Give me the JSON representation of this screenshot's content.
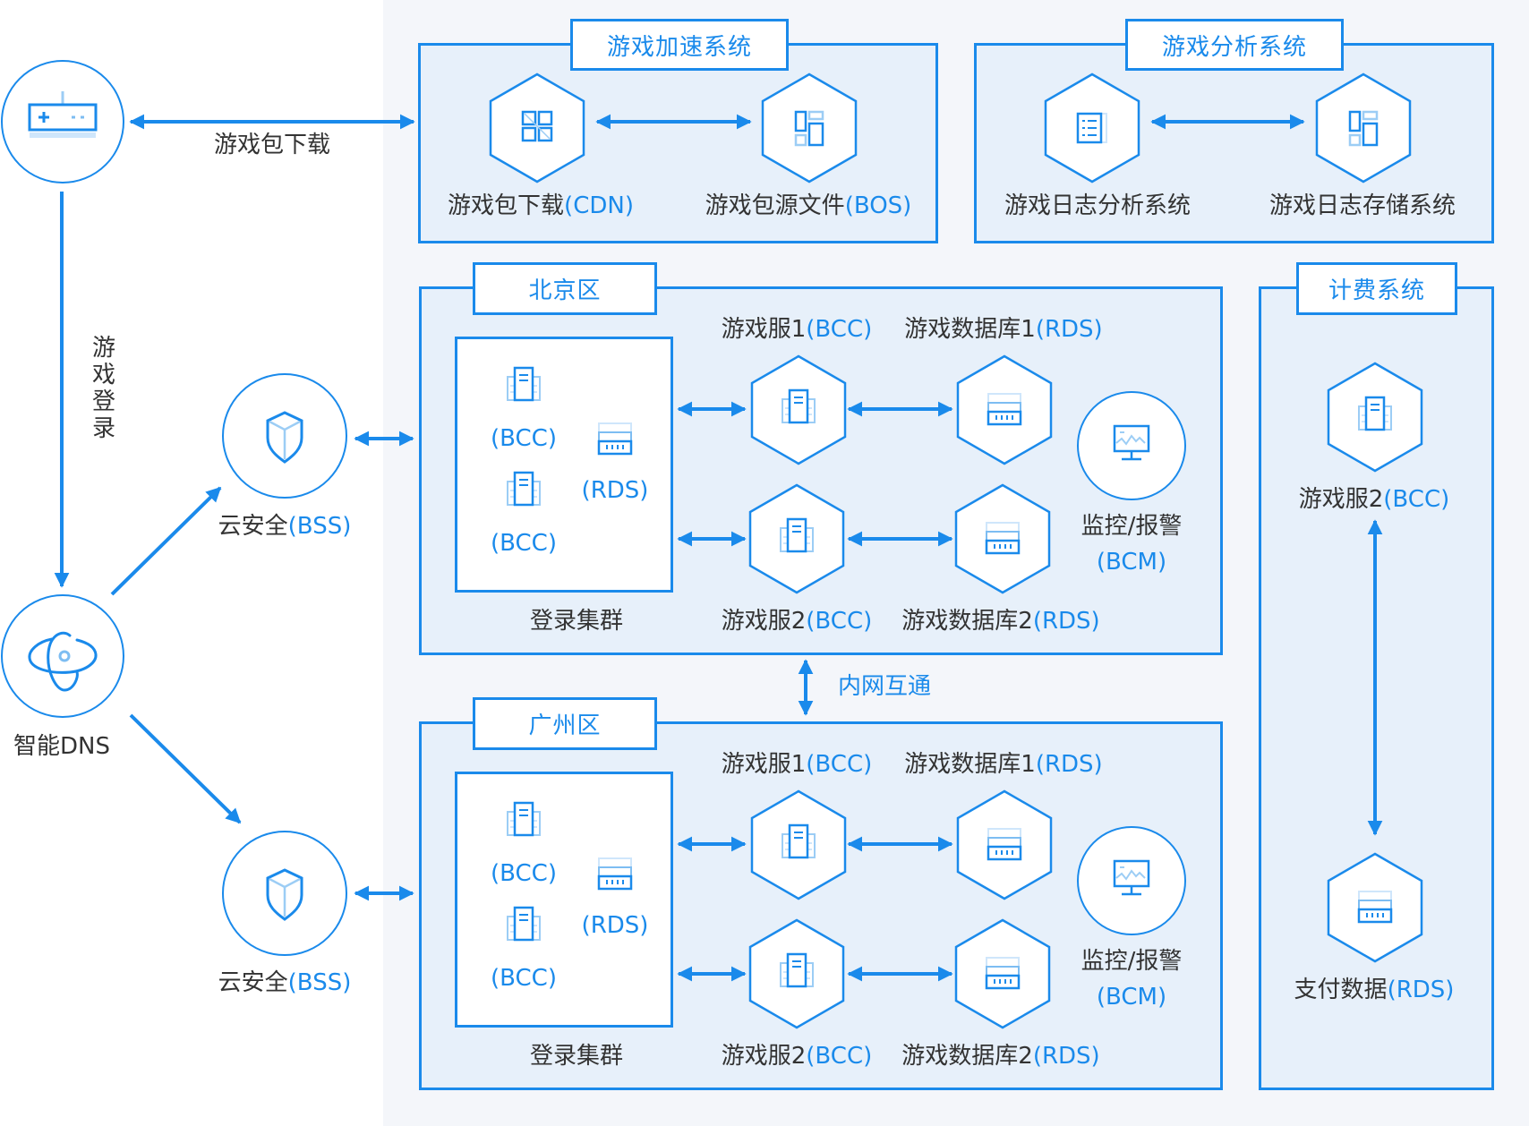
{
  "colors": {
    "accent": "#1a8aeb",
    "accent_light": "#a6d1f7",
    "group_fill": "#e7f0fa",
    "panel_bg": "#f4f6fa",
    "text": "#333333"
  },
  "left": {
    "client": {
      "icon": "gamepad-icon"
    },
    "download_edge_label": "游戏包下载",
    "login_edge_label": "游戏登录",
    "dns": {
      "icon": "dns-orbit-icon",
      "label": "智能DNS"
    },
    "security_top": {
      "icon": "shield-icon",
      "name": "云安全",
      "tag": "(BSS)"
    },
    "security_bottom": {
      "icon": "shield-icon",
      "name": "云安全",
      "tag": "(BSS)"
    }
  },
  "groups": {
    "acceleration": {
      "title": "游戏加速系统",
      "nodes": [
        {
          "icon": "cdn-grid-icon",
          "name": "游戏包下载",
          "tag": "(CDN)"
        },
        {
          "icon": "storage-blocks-icon",
          "name": "游戏包源文件",
          "tag": "(BOS)"
        }
      ]
    },
    "analysis": {
      "title": "游戏分析系统",
      "nodes": [
        {
          "icon": "log-list-icon",
          "name": "游戏日志分析系统",
          "tag": ""
        },
        {
          "icon": "storage-blocks-icon",
          "name": "游戏日志存储系统",
          "tag": ""
        }
      ]
    },
    "beijing": {
      "title": "北京区",
      "login_cluster": {
        "label": "登录集群",
        "bcc1": "(BCC)",
        "bcc2": "(BCC)",
        "rds": "(RDS)"
      },
      "server1": {
        "name": "游戏服1",
        "tag": "(BCC)"
      },
      "db1": {
        "name": "游戏数据库1",
        "tag": "(RDS)"
      },
      "server2": {
        "name": "游戏服2",
        "tag": "(BCC)"
      },
      "db2": {
        "name": "游戏数据库2",
        "tag": "(RDS)"
      },
      "monitor": {
        "name": "监控/报警",
        "tag": "(BCM)"
      }
    },
    "interconnect_label": "内网互通",
    "guangzhou": {
      "title": "广州区",
      "login_cluster": {
        "label": "登录集群",
        "bcc1": "(BCC)",
        "bcc2": "(BCC)",
        "rds": "(RDS)"
      },
      "server1": {
        "name": "游戏服1",
        "tag": "(BCC)"
      },
      "db1": {
        "name": "游戏数据库1",
        "tag": "(RDS)"
      },
      "server2": {
        "name": "游戏服2",
        "tag": "(BCC)"
      },
      "db2": {
        "name": "游戏数据库2",
        "tag": "(RDS)"
      },
      "monitor": {
        "name": "监控/报警",
        "tag": "(BCM)"
      }
    },
    "billing": {
      "title": "计费系统",
      "server": {
        "name": "游戏服2",
        "tag": "(BCC)"
      },
      "payment": {
        "name": "支付数据",
        "tag": "(RDS)"
      }
    }
  }
}
